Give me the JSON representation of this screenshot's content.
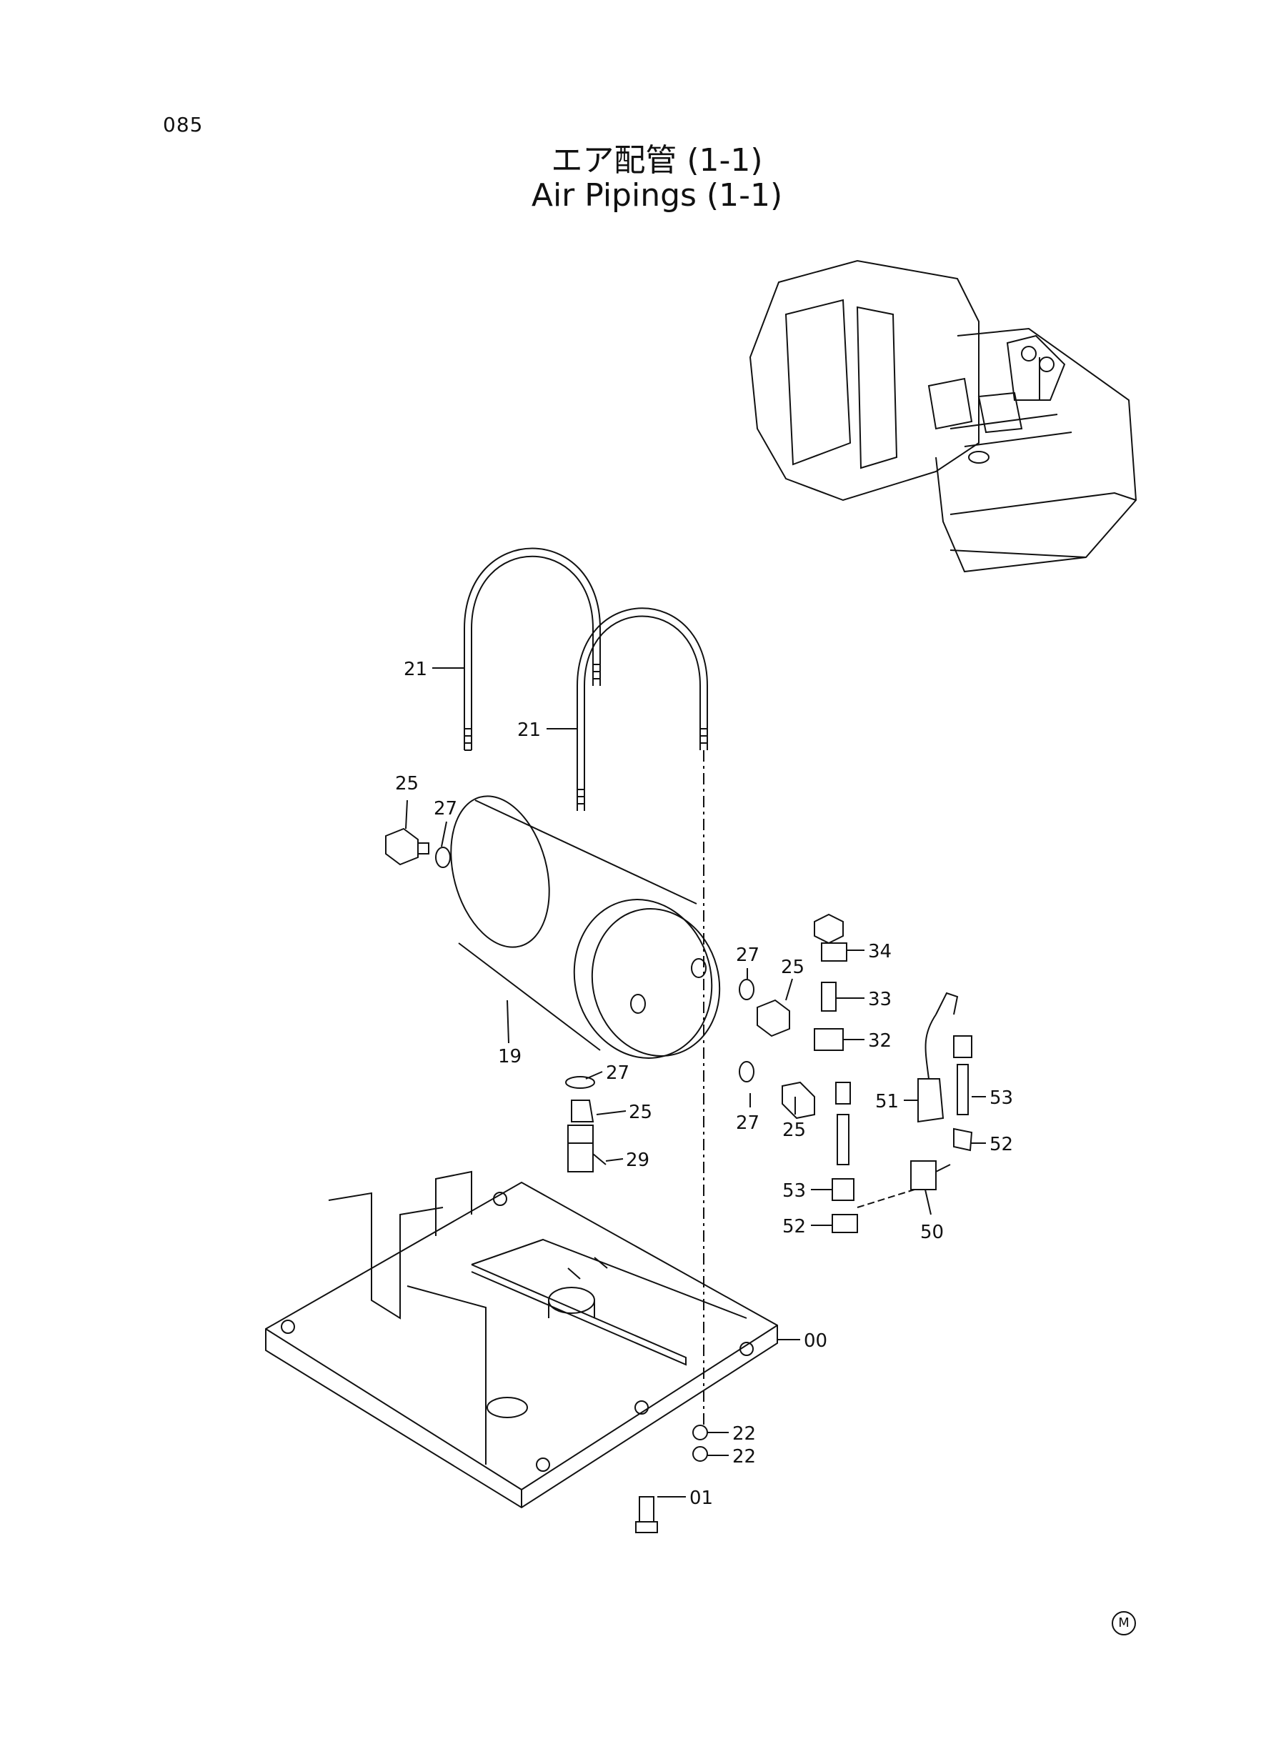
{
  "page_number": "085",
  "title_jp": "エア配管 (1-1)",
  "title_en": "Air Pipings (1-1)",
  "mark": "M",
  "callouts": [
    {
      "id": "c21a",
      "label": "21"
    },
    {
      "id": "c21b",
      "label": "21"
    },
    {
      "id": "c25a",
      "label": "25"
    },
    {
      "id": "c27a",
      "label": "27"
    },
    {
      "id": "c19",
      "label": "19"
    },
    {
      "id": "c27b",
      "label": "27"
    },
    {
      "id": "c25b",
      "label": "25"
    },
    {
      "id": "c29",
      "label": "29"
    },
    {
      "id": "c27c",
      "label": "27"
    },
    {
      "id": "c25c",
      "label": "25"
    },
    {
      "id": "c27d",
      "label": "27"
    },
    {
      "id": "c25d",
      "label": "25"
    },
    {
      "id": "c34",
      "label": "34"
    },
    {
      "id": "c33",
      "label": "33"
    },
    {
      "id": "c32",
      "label": "32"
    },
    {
      "id": "c51",
      "label": "51"
    },
    {
      "id": "c53a",
      "label": "53"
    },
    {
      "id": "c52a",
      "label": "52"
    },
    {
      "id": "c53b",
      "label": "53"
    },
    {
      "id": "c52b",
      "label": "52"
    },
    {
      "id": "c50",
      "label": "50"
    },
    {
      "id": "c00",
      "label": "00"
    },
    {
      "id": "c22a",
      "label": "22"
    },
    {
      "id": "c22b",
      "label": "22"
    },
    {
      "id": "c01",
      "label": "01"
    }
  ]
}
